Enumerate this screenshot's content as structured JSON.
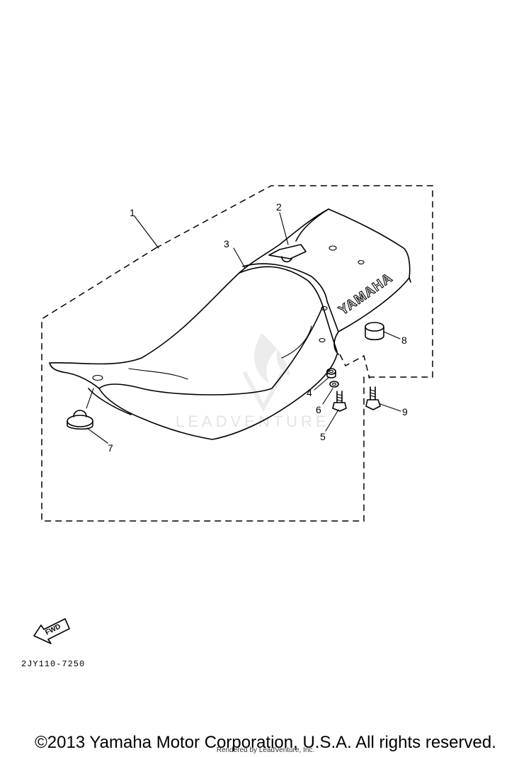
{
  "callouts": [
    {
      "id": 1,
      "label": "1"
    },
    {
      "id": 2,
      "label": "2"
    },
    {
      "id": 3,
      "label": "3"
    },
    {
      "id": 4,
      "label": "4"
    },
    {
      "id": 5,
      "label": "5"
    },
    {
      "id": 6,
      "label": "6"
    },
    {
      "id": 7,
      "label": "7"
    },
    {
      "id": 8,
      "label": "8"
    },
    {
      "id": 9,
      "label": "9"
    }
  ],
  "seat_logo": "YAMAHA",
  "fwd_label": "FWD",
  "diagram_code": "2JY110-7250",
  "watermark": "LEADVENTURE",
  "footer": {
    "copyright": "©2013 Yamaha Motor Corporation, U.S.A. All rights reserved.",
    "rendered_by": "Rendered by LeadVenture, Inc."
  }
}
